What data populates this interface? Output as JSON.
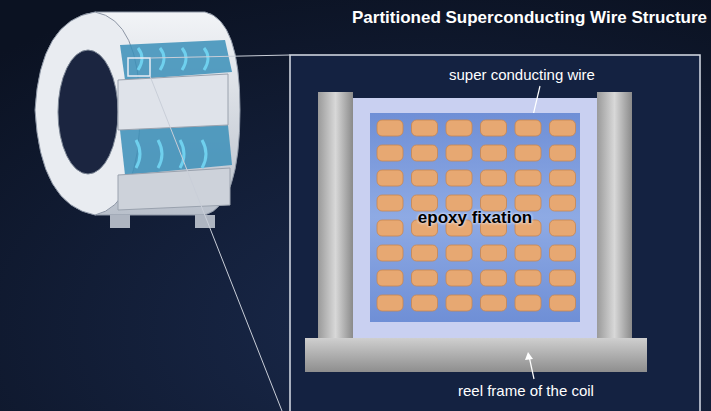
{
  "diagram": {
    "title": "Partitioned Superconducting Wire Structure",
    "nodes": [
      {
        "text": [
          "epoxy fixation"
        ]
      }
    ],
    "labels": [
      "super conducting wire",
      "reel frame of the coil"
    ]
  }
}
